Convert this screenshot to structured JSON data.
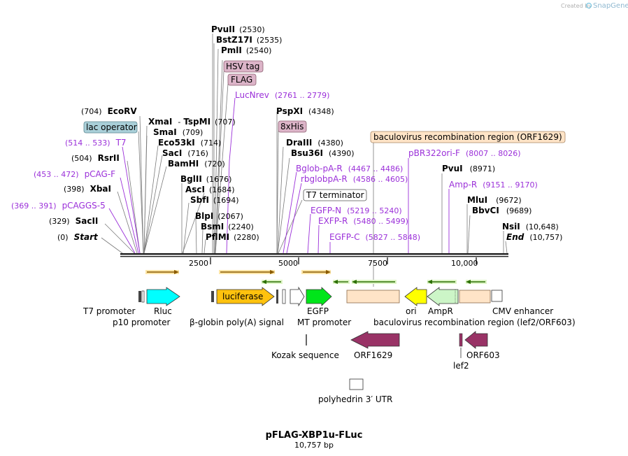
{
  "credit": "Created by",
  "brand": "SnapGene",
  "title": "pFLAG-XBP1u-FLuc",
  "subtitle": "10,757 bp",
  "ticks": [
    "2500",
    "5000",
    "7500",
    "10,000"
  ],
  "sites": [
    {
      "name": "PvuII",
      "pos": "(2530)"
    },
    {
      "name": "BstZ17I",
      "pos": "(2535)"
    },
    {
      "name": "PmlI",
      "pos": "(2540)"
    },
    {
      "name": "EcoRV",
      "pos": "(704)"
    },
    {
      "name": "XmaI",
      "dash": "-",
      "name2": "TspMI",
      "pos": "(707)"
    },
    {
      "name": "SmaI",
      "pos": "(709)"
    },
    {
      "name": "Eco53kI",
      "pos": "(714)"
    },
    {
      "name": "SacI",
      "pos": "(716)"
    },
    {
      "name": "BamHI",
      "pos": "(720)"
    },
    {
      "name": "RsrII",
      "pos": "(504)"
    },
    {
      "name": "XbaI",
      "pos": "(398)"
    },
    {
      "name": "SacII",
      "pos": "(329)"
    },
    {
      "name": "Start",
      "pos": "(0)"
    },
    {
      "name": "BglII",
      "pos": "(1676)"
    },
    {
      "name": "AscI",
      "pos": "(1684)"
    },
    {
      "name": "SbfI",
      "pos": "(1694)"
    },
    {
      "name": "BlpI",
      "pos": "(2067)"
    },
    {
      "name": "BsmI",
      "pos": "(2240)"
    },
    {
      "name": "PflMI",
      "pos": "(2280)"
    },
    {
      "name": "PspXI",
      "pos": "(4348)"
    },
    {
      "name": "DraIII",
      "pos": "(4380)"
    },
    {
      "name": "Bsu36I",
      "pos": "(4390)"
    },
    {
      "name": "PvuI",
      "pos": "(8971)"
    },
    {
      "name": "MluI",
      "pos": "(9672)"
    },
    {
      "name": "BbvCI",
      "pos": "(9689)"
    },
    {
      "name": "NsiI",
      "pos": "(10,648)"
    },
    {
      "name": "End",
      "pos": "(10,757)"
    }
  ],
  "primers": [
    {
      "name": "LucNrev",
      "pos": "(2761 .. 2779)"
    },
    {
      "name": "T7",
      "pos": "(514 .. 533)"
    },
    {
      "name": "pCAG-F",
      "pos": "(453 .. 472)"
    },
    {
      "name": "pCAGGS-5",
      "pos": "(369 .. 391)"
    },
    {
      "name": "Bglob-pA-R",
      "pos": "(4467 .. 4486)"
    },
    {
      "name": "rbglobpA-R",
      "pos": "(4586 .. 4605)"
    },
    {
      "name": "EGFP-N",
      "pos": "(5219 .. 5240)"
    },
    {
      "name": "EXFP-R",
      "pos": "(5480 .. 5499)"
    },
    {
      "name": "EGFP-C",
      "pos": "(5827 .. 5848)"
    },
    {
      "name": "pBR322ori-F",
      "pos": "(8007 .. 8026)"
    },
    {
      "name": "Amp-R",
      "pos": "(9151 .. 9170)"
    }
  ],
  "boxed": {
    "hsv": "HSV tag",
    "flag": "FLAG",
    "lac": "lac operator",
    "his": "8xHis",
    "t7term": "T7 terminator",
    "bacu": "baculovirus recombination region (ORF1629)"
  },
  "features": {
    "t7promoter": "T7 promoter",
    "rluc": "Rluc",
    "p10": "p10 promoter",
    "luciferase": "luciferase",
    "bglobin": "β-globin poly(A) signal",
    "egfp": "EGFP",
    "mt": "MT promoter",
    "ori": "ori",
    "ampr": "AmpR",
    "cmv": "CMV enhancer",
    "bacu2": "baculovirus recombination region (lef2/ORF603)",
    "kozak": "Kozak sequence",
    "orf1629": "ORF1629",
    "orf603": "ORF603",
    "lef2": "lef2",
    "polyh": "polyhedrin 3′ UTR"
  },
  "colors": {
    "rluc": "#00ffff",
    "luciferase": "#ffc20e",
    "egfp": "#00e51a",
    "ori": "#ffff00",
    "ampr": "#ccf5c7",
    "bacu": "#ffe4c7",
    "orf": "#993366",
    "hsv": "#dcb4c8",
    "lac": "#a9cfd8",
    "primer": "#9b30d9"
  }
}
